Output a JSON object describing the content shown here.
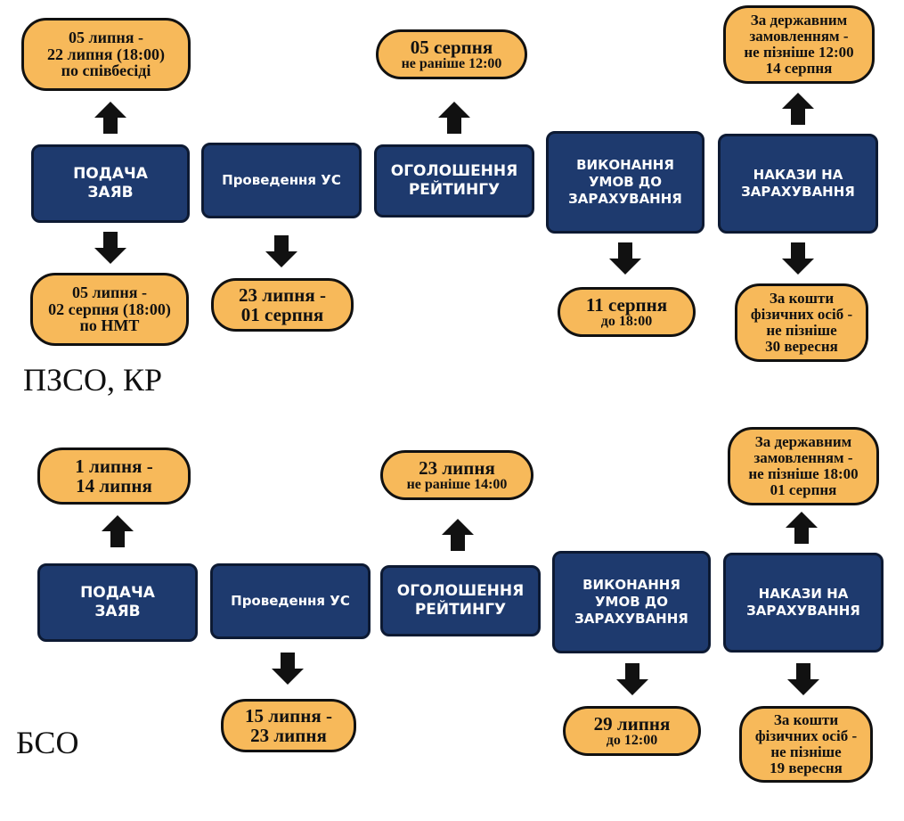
{
  "colors": {
    "box": "#1e3a6e",
    "pill": "#f7b95a",
    "text": "#111111"
  },
  "stages": {
    "submit": "ПОДАЧА\nЗАЯВ",
    "exam": "Проведення УС",
    "rating": "ОГОЛОШЕННЯ\nРЕЙТИНГУ",
    "conditions": "ВИКОНАННЯ\nУМОВ ДО\nЗАРАХУВАННЯ",
    "orders": "НАКАЗИ НА\nЗАРАХУВАННЯ"
  },
  "top": {
    "label": "ПЗСО, КР",
    "submit_interview": "05 липня -\n22 липня (18:00)\nпо співбесіді",
    "submit_nmt": "05 липня -\n02 серпня (18:00)\nпо НМТ",
    "exam_dates": "23 липня -\n01 серпня",
    "rating_date": "05 серпня",
    "rating_time": "не раніше 12:00",
    "conditions_date": "11 серпня",
    "conditions_time": "до 18:00",
    "orders_state": "За державним\nзамовленням -\nне пізніше 12:00\n14 серпня",
    "orders_private": "За кошти\nфізичних осіб -\nне пізніше\n30 вересня"
  },
  "bottom": {
    "label": "БСО",
    "submit_dates": "1 липня -\n14 липня",
    "exam_dates": "15 липня -\n23 липня",
    "rating_date": "23 липня",
    "rating_time": "не раніше 14:00",
    "conditions_date": "29 липня",
    "conditions_time": "до 12:00",
    "orders_state": "За державним\nзамовленням -\nне пізніше 18:00\n01 серпня",
    "orders_private": "За кошти\nфізичних осіб -\nне пізніше\n19 вересня"
  }
}
